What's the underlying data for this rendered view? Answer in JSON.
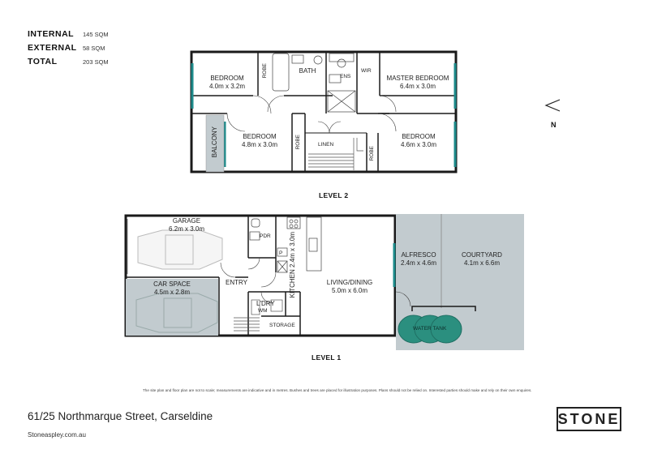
{
  "areas": [
    {
      "label": "INTERNAL",
      "value": "145 SQM"
    },
    {
      "label": "EXTERNAL",
      "value": "58 SQM"
    },
    {
      "label": "TOTAL",
      "value": "203 SQM"
    }
  ],
  "north": "N",
  "level2": {
    "title": "LEVEL 2",
    "rooms": {
      "bedroom_nw": {
        "name": "BEDROOM",
        "size": "4.0m x 3.2m"
      },
      "bath": {
        "name": "BATH"
      },
      "ens": {
        "name": "ENS"
      },
      "wir": {
        "name": "WIR"
      },
      "master": {
        "name": "MASTER BEDROOM",
        "size": "6.4m x 3.0m"
      },
      "bedroom_sw": {
        "name": "BEDROOM",
        "size": "4.8m x 3.0m"
      },
      "bedroom_se": {
        "name": "BEDROOM",
        "size": "4.6m x 3.0m"
      },
      "linen": {
        "name": "LINEN"
      },
      "robe1": {
        "name": "ROBE"
      },
      "robe2": {
        "name": "ROBE"
      },
      "robe3": {
        "name": "ROBE"
      },
      "balcony": {
        "name": "BALCONY"
      }
    }
  },
  "level1": {
    "title": "LEVEL 1",
    "rooms": {
      "garage": {
        "name": "GARAGE",
        "size": "6.2m x 3.0m"
      },
      "pdr": {
        "name": "PDR"
      },
      "kitchen": {
        "name": "KITCHEN",
        "size": "2.4m x 3.0m"
      },
      "pantry": {
        "name": "P"
      },
      "car_space": {
        "name": "CAR SPACE",
        "size": "4.5m x 2.8m"
      },
      "entry": {
        "name": "ENTRY"
      },
      "living": {
        "name": "LIVING/DINING",
        "size": "5.0m x 6.0m"
      },
      "laundry": {
        "name": "L'DRY"
      },
      "wm": {
        "name": "WM"
      },
      "storage": {
        "name": "STORAGE"
      },
      "alfresco": {
        "name": "ALFRESCO",
        "size": "2.4m x 4.6m"
      },
      "courtyard": {
        "name": "COURTYARD",
        "size": "4.1m x 6.6m"
      },
      "water_tank": {
        "name": "WATER TANK"
      }
    }
  },
  "disclaimer": "The site plan and floor plan are not to scale; measurements are indicative and in metres. Bushes and trees are placed for illustration purposes. Plans should not be relied on. Interested parties should make and rely on their own enquires.",
  "address": "61/25 Northmarque Street, Carseldine",
  "website": "Stoneaspley.com.au",
  "brand": "STONE",
  "colors": {
    "accent_blue": "#29a8d4",
    "window_teal": "#1d8b8b",
    "tank": "#2b8f7f",
    "outdoor_grey": "#c2cbcf",
    "wall": "#1a1a1a"
  }
}
